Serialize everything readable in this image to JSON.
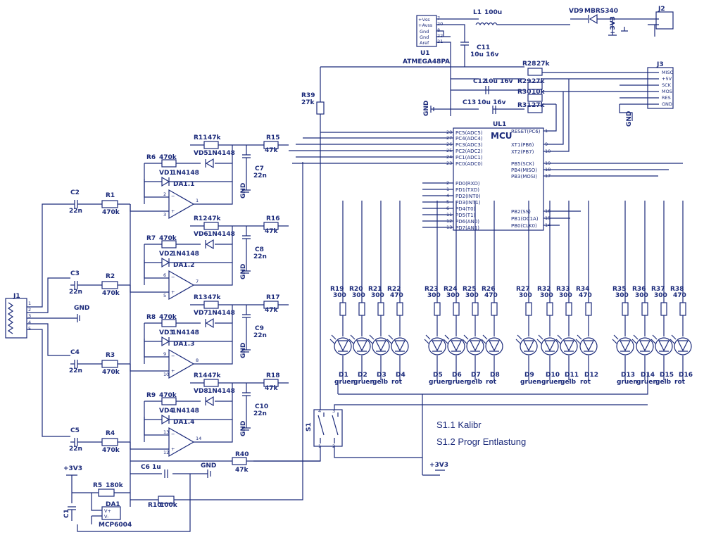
{
  "u1": {
    "ref": "U1",
    "part": "ATMEGA48PA",
    "pins": [
      "+Vss",
      "+Avss",
      "Gnd",
      "Gnd",
      "Aref"
    ],
    "pin_nums": [
      "7",
      "20",
      "8",
      "22",
      "21"
    ]
  },
  "l1": {
    "ref": "L1",
    "value": "100u"
  },
  "c11": {
    "ref": "C11",
    "value": "10u 16v"
  },
  "vd9": {
    "ref": "VD9",
    "part": "MBRS340"
  },
  "j2": {
    "ref": "J2"
  },
  "j3": {
    "ref": "J3",
    "pins": [
      "MISO",
      "+5V",
      "SCK",
      "MOSI",
      "RES",
      "GND"
    ]
  },
  "r28": {
    "ref": "R28",
    "value": "27k"
  },
  "r29": {
    "ref": "R29",
    "value": "27k"
  },
  "r30": {
    "ref": "R30",
    "value": "10k"
  },
  "r31": {
    "ref": "R31",
    "value": "27k"
  },
  "c12": {
    "ref": "C12",
    "value": "10u 16v"
  },
  "c13": {
    "ref": "C13",
    "value": "10u 16v"
  },
  "r39": {
    "ref": "R39",
    "value": "27k"
  },
  "ul1": {
    "ref": "UL1",
    "title": "MCU",
    "left": [
      [
        "28",
        "PC5(ADC5)"
      ],
      [
        "27",
        "PC4(ADC4)"
      ],
      [
        "26",
        "PC3(ADC3)"
      ],
      [
        "25",
        "PC2(ADC2)"
      ],
      [
        "24",
        "PC1(ADC1)"
      ],
      [
        "23",
        "PC0(ADC0)"
      ],
      [
        "2",
        "PD0(RXD)"
      ],
      [
        "1",
        "PD1(TXD)"
      ],
      [
        "4",
        "PD2(INT0)"
      ],
      [
        "5",
        "PD3(INT1)"
      ],
      [
        "6",
        "PD4(T0)"
      ],
      [
        "11",
        "PD5(T1)"
      ],
      [
        "12",
        "PD6(AN0)"
      ],
      [
        "13",
        "PD7(AN1)"
      ]
    ],
    "right": [
      [
        "1",
        "RESET(PC6)"
      ],
      [
        "9",
        "XT1(PB6)"
      ],
      [
        "10",
        "XT2(PB7)"
      ],
      [
        "19",
        "PB5(SCK)"
      ],
      [
        "18",
        "PB4(MISO)"
      ],
      [
        "17",
        "PB3(MOSI)"
      ],
      [
        "16",
        "PB2(SS)"
      ],
      [
        "15",
        "PB1(OC1A)"
      ],
      [
        "14",
        "PB0(CLK0)"
      ]
    ]
  },
  "opamps": [
    {
      "ref": "DA1.1",
      "r_fb": "R11",
      "r_fb_v": "47k",
      "r_out": "R15",
      "r_out_v": "47k",
      "c_out": "C7",
      "c_out_v": "22n",
      "r_in": "R6",
      "r_in_v": "470k",
      "vd_a": "VD5",
      "vd_b": "VD1",
      "c_in": "C2",
      "c_in_v": "22n",
      "r_ser": "R1",
      "r_ser_v": "470k",
      "pins": [
        "2",
        "3",
        "1"
      ]
    },
    {
      "ref": "DA1.2",
      "r_fb": "R12",
      "r_fb_v": "47k",
      "r_out": "R16",
      "r_out_v": "47k",
      "c_out": "C8",
      "c_out_v": "22n",
      "r_in": "R7",
      "r_in_v": "470k",
      "vd_a": "VD6",
      "vd_b": "VD2",
      "c_in": "C3",
      "c_in_v": "22n",
      "r_ser": "R2",
      "r_ser_v": "470k",
      "pins": [
        "6",
        "5",
        "7"
      ]
    },
    {
      "ref": "DA1.3",
      "r_fb": "R13",
      "r_fb_v": "47k",
      "r_out": "R17",
      "r_out_v": "47k",
      "c_out": "C9",
      "c_out_v": "22n",
      "r_in": "R8",
      "r_in_v": "470k",
      "vd_a": "VD7",
      "vd_b": "VD3",
      "c_in": "C4",
      "c_in_v": "22n",
      "r_ser": "R3",
      "r_ser_v": "470k",
      "pins": [
        "9",
        "10",
        "8"
      ]
    },
    {
      "ref": "DA1.4",
      "r_fb": "R14",
      "r_fb_v": "47k",
      "r_out": "R18",
      "r_out_v": "47k",
      "c_out": "C10",
      "c_out_v": "22n",
      "r_in": "R9",
      "r_in_v": "470k",
      "vd_a": "VD8",
      "vd_b": "VD4",
      "c_in": "C5",
      "c_in_v": "22n",
      "r_ser": "R4",
      "r_ser_v": "470k",
      "pins": [
        "13",
        "12",
        "14"
      ]
    }
  ],
  "diode_part": "1N4148",
  "j1": {
    "ref": "J1",
    "pins": [
      "1",
      "2",
      "3",
      "4",
      "5"
    ]
  },
  "gnd": "GND",
  "leds": [
    {
      "r": "R19",
      "rv": "300",
      "d": "D1",
      "c": "gruen"
    },
    {
      "r": "R20",
      "rv": "300",
      "d": "D2",
      "c": "gruen"
    },
    {
      "r": "R21",
      "rv": "300",
      "d": "D3",
      "c": "gelb"
    },
    {
      "r": "R22",
      "rv": "470",
      "d": "D4",
      "c": "rot"
    },
    {
      "r": "R23",
      "rv": "300",
      "d": "D5",
      "c": "gruen"
    },
    {
      "r": "R24",
      "rv": "300",
      "d": "D6",
      "c": "gruen"
    },
    {
      "r": "R25",
      "rv": "300",
      "d": "D7",
      "c": "gelb"
    },
    {
      "r": "R26",
      "rv": "470",
      "d": "D8",
      "c": "rot"
    },
    {
      "r": "R27",
      "rv": "300",
      "d": "D9",
      "c": "gruen"
    },
    {
      "r": "R32",
      "rv": "300",
      "d": "D10",
      "c": "gruen"
    },
    {
      "r": "R33",
      "rv": "300",
      "d": "D11",
      "c": "gelb"
    },
    {
      "r": "R34",
      "rv": "470",
      "d": "D12",
      "c": "rot"
    },
    {
      "r": "R35",
      "rv": "300",
      "d": "D13",
      "c": "gruen"
    },
    {
      "r": "R36",
      "rv": "300",
      "d": "D14",
      "c": "gruen"
    },
    {
      "r": "R37",
      "rv": "300",
      "d": "D15",
      "c": "gelb"
    },
    {
      "r": "R38",
      "rv": "470",
      "d": "D16",
      "c": "rot"
    }
  ],
  "s1": {
    "ref": "S1",
    "note1": "S1.1 Kalibr",
    "note2": "S1.2 Progr Entlastung"
  },
  "r40": {
    "ref": "R40",
    "value": "47k"
  },
  "c6": {
    "ref": "C6",
    "value": "1u"
  },
  "r5": {
    "ref": "R5",
    "value": "180k"
  },
  "r10": {
    "ref": "R10",
    "value": "100k"
  },
  "c1": {
    "ref": "C1"
  },
  "da1": {
    "ref": "DA1",
    "part": "MCP6004",
    "pins": [
      "V+",
      "V-"
    ]
  },
  "v33": "+3V3",
  "colors": {
    "ink": "#1b2a7a",
    "paper": "#ffffff"
  }
}
